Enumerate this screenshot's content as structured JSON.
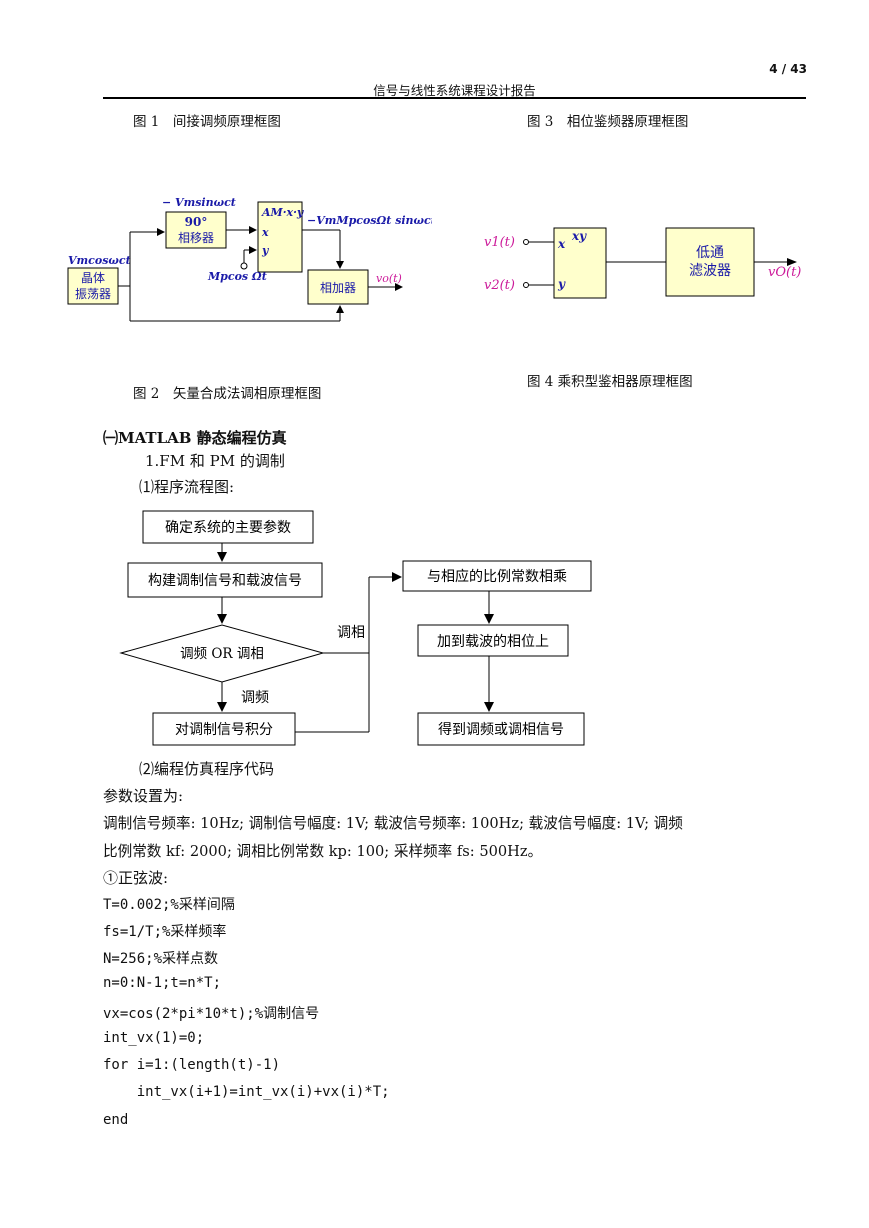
{
  "page_number": "4 / 43",
  "header_title": "信号与线性系统课程设计报告",
  "captions": {
    "fig1": "图 1　间接调频原理框图",
    "fig3": "图 3　相位鉴频器原理框图",
    "fig2": "图 2　矢量合成法调相原理框图",
    "fig4": "图 4  乘积型鉴相器原理框图"
  },
  "fig2": {
    "crystal_top": "晶体",
    "crystal_bottom": "振荡器",
    "osc_label": "Vmcosωct",
    "shifter_top": "90°",
    "shifter_bottom": "相移器",
    "shifter_out": "− Vmsinωct",
    "mult_label": "AM·x·y",
    "port_x": "x",
    "port_y": "y",
    "mod_in": "Mpcos Ωt",
    "mult_out": "−VmMpcosΩt sinωct",
    "adder": "相加器",
    "output": "vo(t)"
  },
  "fig4": {
    "in1": "v1(t)",
    "in2": "v2(t)",
    "port_x": "x",
    "port_y": "y",
    "mult": "xy",
    "lpf_top": "低通",
    "lpf_bottom": "滤波器",
    "output": "vO(t)"
  },
  "section_heading": "㈠MATLAB 静态编程仿真",
  "subsection": "1.FM 和 PM 的调制",
  "flow_title": "⑴程序流程图:",
  "flowchart": {
    "box1": "确定系统的主要参数",
    "box2": "构建调制信号和载波信号",
    "decision": "调频 OR 调相",
    "label_pm": "调相",
    "label_fm": "调频",
    "box_integrate": "对调制信号积分",
    "box_multiply": "与相应的比例常数相乘",
    "box_add": "加到载波的相位上",
    "box_result": "得到调频或调相信号"
  },
  "code_title": "⑵编程仿真程序代码",
  "params_intro": "参数设置为:",
  "params_line1": "调制信号频率: 10Hz; 调制信号幅度: 1V; 载波信号频率: 100Hz; 载波信号幅度: 1V; 调频",
  "params_line2": "比例常数 kf: 2000; 调相比例常数 kp: 100; 采样频率 fs: 500Hz。",
  "sine_title": "①正弦波:",
  "code_lines": [
    "T=0.002;%采样间隔",
    "fs=1/T;%采样频率",
    "N=256;%采样点数",
    "n=0:N-1;t=n*T;",
    "vx=cos(2*pi*10*t);%调制信号",
    "int_vx(1)=0;",
    "for i=1:(length(t)-1)",
    "    int_vx(i+1)=int_vx(i)+vx(i)*T;",
    "end"
  ]
}
